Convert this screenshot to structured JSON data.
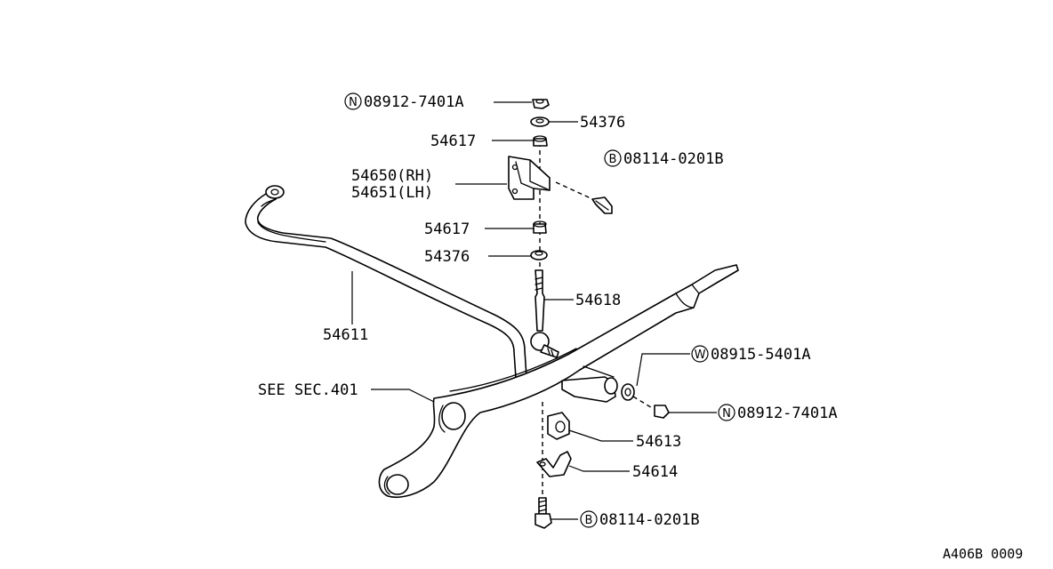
{
  "callouts": {
    "nut_n_top": {
      "prefix": "N",
      "number": "08912-7401A"
    },
    "washer_top": {
      "number": "54376"
    },
    "bushing_top": {
      "number": "54617"
    },
    "bolt_b_top": {
      "prefix": "B",
      "number": "08114-0201B"
    },
    "bracket_rh": {
      "number": "54650(RH)"
    },
    "bracket_lh": {
      "number": "54651(LH)"
    },
    "bushing_mid": {
      "number": "54617"
    },
    "washer_mid": {
      "number": "54376"
    },
    "link_rod": {
      "number": "54618"
    },
    "stabilizer": {
      "number": "54611"
    },
    "see_section": {
      "number": "SEE SEC.401"
    },
    "washer_w": {
      "prefix": "W",
      "number": "08915-5401A"
    },
    "nut_n_right": {
      "prefix": "N",
      "number": "08912-7401A"
    },
    "bushing_bar": {
      "number": "54613"
    },
    "clamp": {
      "number": "54614"
    },
    "bolt_b_bottom": {
      "prefix": "B",
      "number": "08114-0201B"
    }
  },
  "figure_id": "A406B 0009"
}
